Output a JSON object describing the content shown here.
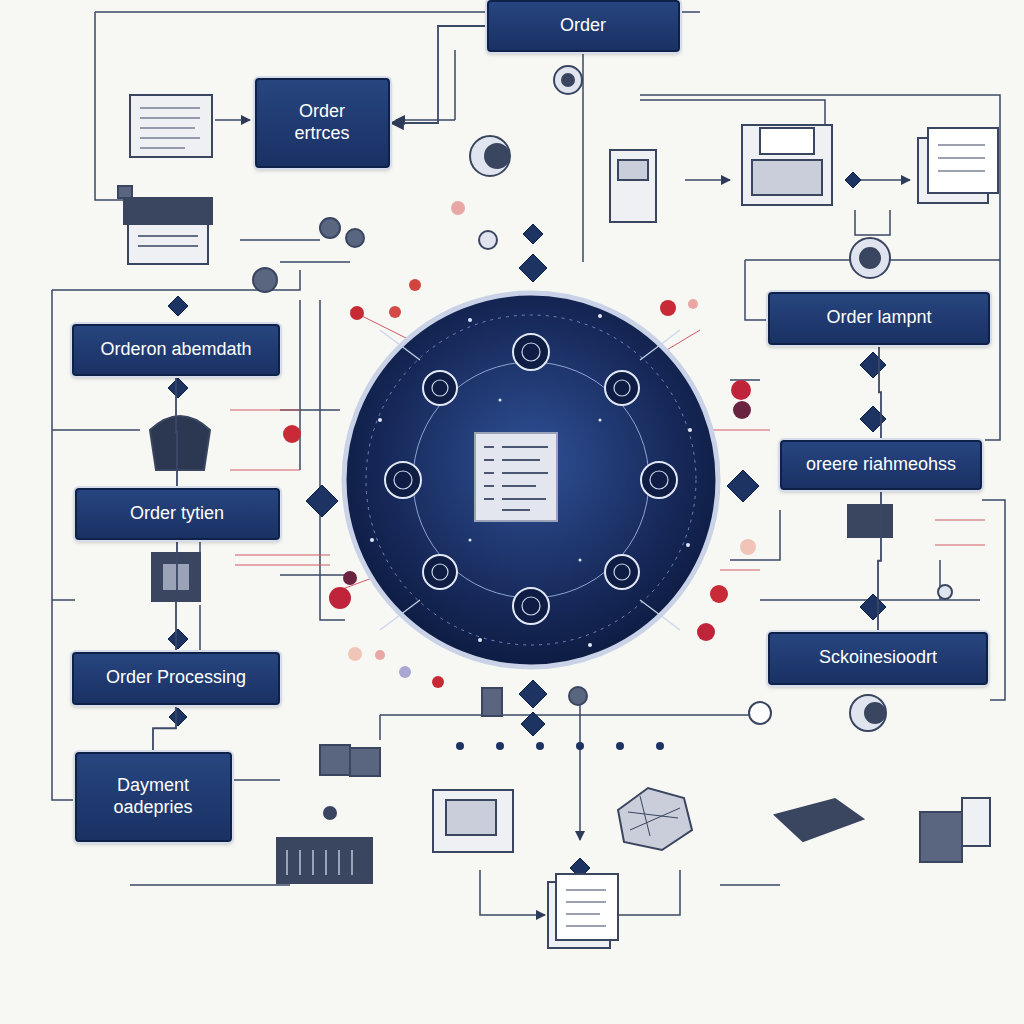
{
  "diagram": {
    "nodes": [
      {
        "text": [
          "Order"
        ]
      },
      {
        "text": [
          "Order ertrces"
        ]
      },
      {
        "text": [
          "Orderon abemdath"
        ]
      },
      {
        "text": [
          "Order tytien"
        ]
      },
      {
        "text": [
          "Order Processing"
        ]
      },
      {
        "text": [
          "Dayment oadepries"
        ]
      },
      {
        "text": [
          "Order lampnt"
        ]
      },
      {
        "text": [
          "oreere riahmeohss"
        ]
      },
      {
        "text": [
          "Sckoinesioodrt"
        ]
      }
    ],
    "edges": [
      {
        "from": 0,
        "to": 1,
        "arrow": "to"
      },
      {
        "from": 2,
        "to": 3,
        "arrow": "none"
      },
      {
        "from": 3,
        "to": 4,
        "arrow": "none"
      },
      {
        "from": 4,
        "to": 5,
        "arrow": "none"
      },
      {
        "from": 6,
        "to": 7,
        "arrow": "none"
      },
      {
        "from": 7,
        "to": 8,
        "arrow": "none"
      }
    ]
  }
}
